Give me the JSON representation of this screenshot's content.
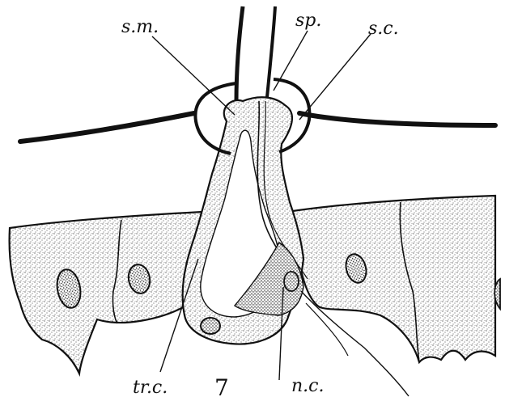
{
  "figure": {
    "number": "7",
    "labels": {
      "sm": "s.m.",
      "sp": "sp.",
      "sc": "s.c.",
      "trc": "tr.c.",
      "nc": "n.c."
    }
  },
  "colors": {
    "ink": "#111111",
    "paper": "#ffffff",
    "stipple": "#222222"
  }
}
